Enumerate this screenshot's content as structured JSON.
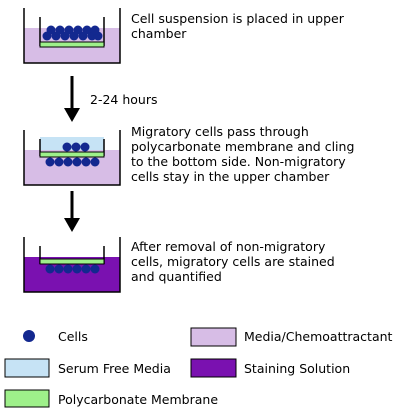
{
  "steps": [
    {
      "text": "Cell suspension is placed in upper\nchamber"
    },
    {
      "text": "Migratory cells pass through\npolycarbonate membrane and cling\nto the bottom side. Non-migratory\ncells stay in the upper chamber"
    },
    {
      "text": "After removal of non-migratory\ncells, migratory cells are stained\nand quantified"
    }
  ],
  "arrow_labels": [
    "2-24 hours"
  ],
  "legend": {
    "cells": "Cells",
    "media": "Media/Chemoattractant",
    "serum": "Serum Free Media",
    "staining": "Staining Solution",
    "membrane": "Polycarbonate Membrane"
  },
  "colors": {
    "media": "#d7bde6",
    "staining": "#7a11b0",
    "serum": "#c6e3f5",
    "membrane": "#9ef08a",
    "cell": "#13288f",
    "outline": "#000000"
  }
}
